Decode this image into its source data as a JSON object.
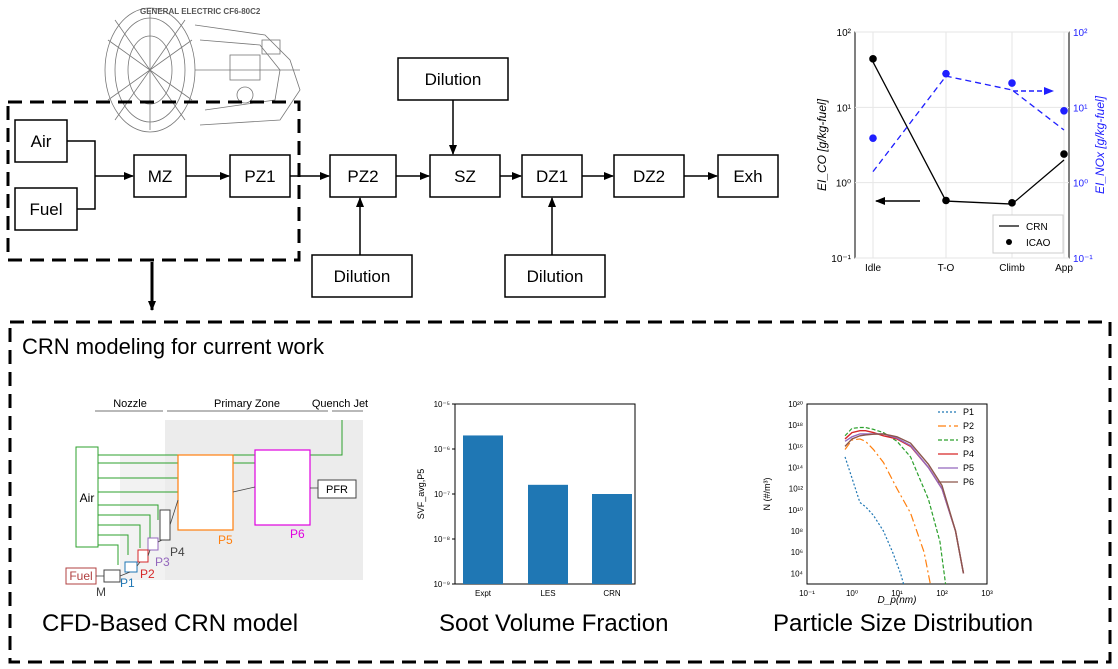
{
  "engine_label": "GENERAL ELECTRIC CF6-80C2",
  "flow_nodes": {
    "air": "Air",
    "fuel": "Fuel",
    "mz": "MZ",
    "pz1": "PZ1",
    "pz2": "PZ2",
    "sz": "SZ",
    "dz1": "DZ1",
    "dz2": "DZ2",
    "exh": "Exh",
    "dilution": "Dilution"
  },
  "emission_chart": {
    "ylabel_left": "EI_CO [g/kg-fuel]",
    "ylabel_right": "EI_NOx [g/kg-fuel]",
    "categories": [
      "Idle",
      "T-O",
      "Climb",
      "App"
    ],
    "left_ticks": [
      "10²",
      "10¹",
      "10⁰",
      "10⁻¹"
    ],
    "right_ticks": [
      "10²",
      "10¹",
      "10⁰",
      "10⁻¹"
    ],
    "legend": [
      "CRN",
      "ICAO"
    ],
    "colors": {
      "co": "#000000",
      "nox": "#1f1fff"
    }
  },
  "chart_data": [
    {
      "type": "line",
      "categories": [
        "Idle",
        "T-O",
        "Climb",
        "App"
      ],
      "ylim_left": [
        0.1,
        100
      ],
      "ylim_right": [
        0.1,
        100
      ],
      "yscale": "log",
      "series": [
        {
          "name": "CRN",
          "axis": "left",
          "values": [
            40,
            0.57,
            0.52,
            2.0
          ]
        },
        {
          "axis": "left",
          "values": [
            44,
            0.58,
            0.54,
            2.4
          ]
        },
        {
          "axis": "right",
          "values": [
            1.4,
            26,
            17,
            5
          ]
        },
        {
          "axis": "right",
          "values": [
            3.9,
            28,
            21,
            9
          ]
        }
      ],
      "legend": [
        "CRN",
        "ICAO"
      ],
      "legend_position": "bottom-right"
    },
    {
      "type": "bar",
      "categories": [
        "Expt",
        "LES",
        "CRN"
      ],
      "values": [
        2e-06,
        1.6e-07,
        1e-07
      ],
      "ylabel": "SVF_avg,P5",
      "yscale": "log",
      "ylim": [
        1e-09,
        1e-05
      ],
      "color": "#1f77b4"
    },
    {
      "type": "line",
      "xlabel": "D_p(nm)",
      "ylabel": "N (#/m³)",
      "xscale": "log",
      "yscale": "log",
      "xlim": [
        0.1,
        1000
      ],
      "ylim": [
        1000,
        1e+20
      ],
      "series": [
        {
          "name": "P1",
          "x": [
            0.7,
            1,
            1.5,
            2,
            3,
            5,
            8,
            12,
            14
          ],
          "y": [
            1000000000000000.0,
            10000000000000.0,
            50000000000.0,
            20000000000.0,
            3000000000.0,
            100000000.0,
            1000000.0,
            10000.0,
            1000.0
          ]
        },
        {
          "name": "P2",
          "x": [
            0.7,
            1,
            1.5,
            2,
            3,
            5,
            10,
            20,
            40,
            55
          ],
          "y": [
            5000000000000000.0,
            4e+16,
            5e+16,
            3e+16,
            5000000000000000.0,
            300000000000000.0,
            1000000000000.0,
            5000000000.0,
            1000000.0,
            1000.0
          ]
        },
        {
          "name": "P3",
          "x": [
            0.7,
            1,
            1.5,
            2,
            3,
            5,
            10,
            20,
            50,
            90,
            120
          ],
          "y": [
            1e+17,
            5e+17,
            6e+17,
            6e+17,
            4e+17,
            2e+17,
            3e+16,
            1000000000000000.0,
            100000000000.0,
            10000000.0,
            1000.0
          ]
        },
        {
          "name": "P4",
          "x": [
            0.7,
            1,
            1.5,
            2,
            3,
            5,
            10,
            20,
            50,
            100,
            200,
            300
          ],
          "y": [
            5e+16,
            2e+17,
            3e+17,
            3e+17,
            2e+17,
            1e+17,
            5e+16,
            1e+16,
            100000000000000.0,
            1000000000000.0,
            100000000.0,
            10000.0
          ]
        },
        {
          "name": "P5",
          "x": [
            0.7,
            1,
            1.5,
            2,
            3,
            5,
            10,
            20,
            50,
            100,
            200,
            300
          ],
          "y": [
            3e+16,
            8e+16,
            1.5e+17,
            1.5e+17,
            1.5e+17,
            1.5e+17,
            6e+16,
            1.2e+16,
            100000000000000.0,
            1000000000000.0,
            100000000.0,
            10000.0
          ]
        },
        {
          "name": "P6",
          "x": [
            0.7,
            1,
            1.5,
            2,
            3,
            5,
            10,
            20,
            50,
            100,
            200,
            300
          ],
          "y": [
            1e+16,
            5e+16,
            1e+17,
            1.2e+17,
            1.4e+17,
            1.5e+17,
            8e+16,
            2e+16,
            200000000000000.0,
            2000000000000.0,
            100000000.0,
            10000.0
          ]
        }
      ],
      "legend_position": "top-right"
    }
  ],
  "colors": {
    "p1": "#1f77b4",
    "p2": "#ff7f0e",
    "p3": "#2ca02c",
    "p4": "#d62728",
    "p5": "#9467bd",
    "p6": "#8c564b",
    "bar": "#1f77b4"
  },
  "svf_chart": {
    "ylabel": "SVF_avg,P5",
    "categories": [
      "Expt",
      "LES",
      "CRN"
    ],
    "ticks": [
      "10⁻⁵",
      "10⁻⁶",
      "10⁻⁷",
      "10⁻⁸",
      "10⁻⁹"
    ]
  },
  "psd_chart": {
    "xlabel": "D_p(nm)",
    "ylabel": "N (#/m³)",
    "xticks": [
      "10⁻¹",
      "10⁰",
      "10¹",
      "10²",
      "10³"
    ],
    "yticks": [
      "10²⁰",
      "10¹⁸",
      "10¹⁶",
      "10¹⁴",
      "10¹²",
      "10¹⁰",
      "10⁸",
      "10⁶",
      "10⁴"
    ],
    "legend": [
      "P1",
      "P2",
      "P3",
      "P4",
      "P5",
      "P6"
    ]
  },
  "crn_model": {
    "nozzle": "Nozzle",
    "primary_zone": "Primary Zone",
    "quench_jet": "Quench Jet",
    "air": "Air",
    "pfr": "PFR",
    "fuel": "Fuel",
    "m": "M",
    "p1": "P1",
    "p2": "P2",
    "p3": "P3",
    "p4": "P4",
    "p5": "P5",
    "p6": "P6"
  },
  "section_title": "CRN modeling for current work",
  "captions": {
    "cfd": "CFD-Based CRN model",
    "svf": "Soot Volume Fraction",
    "psd": "Particle Size Distribution"
  }
}
